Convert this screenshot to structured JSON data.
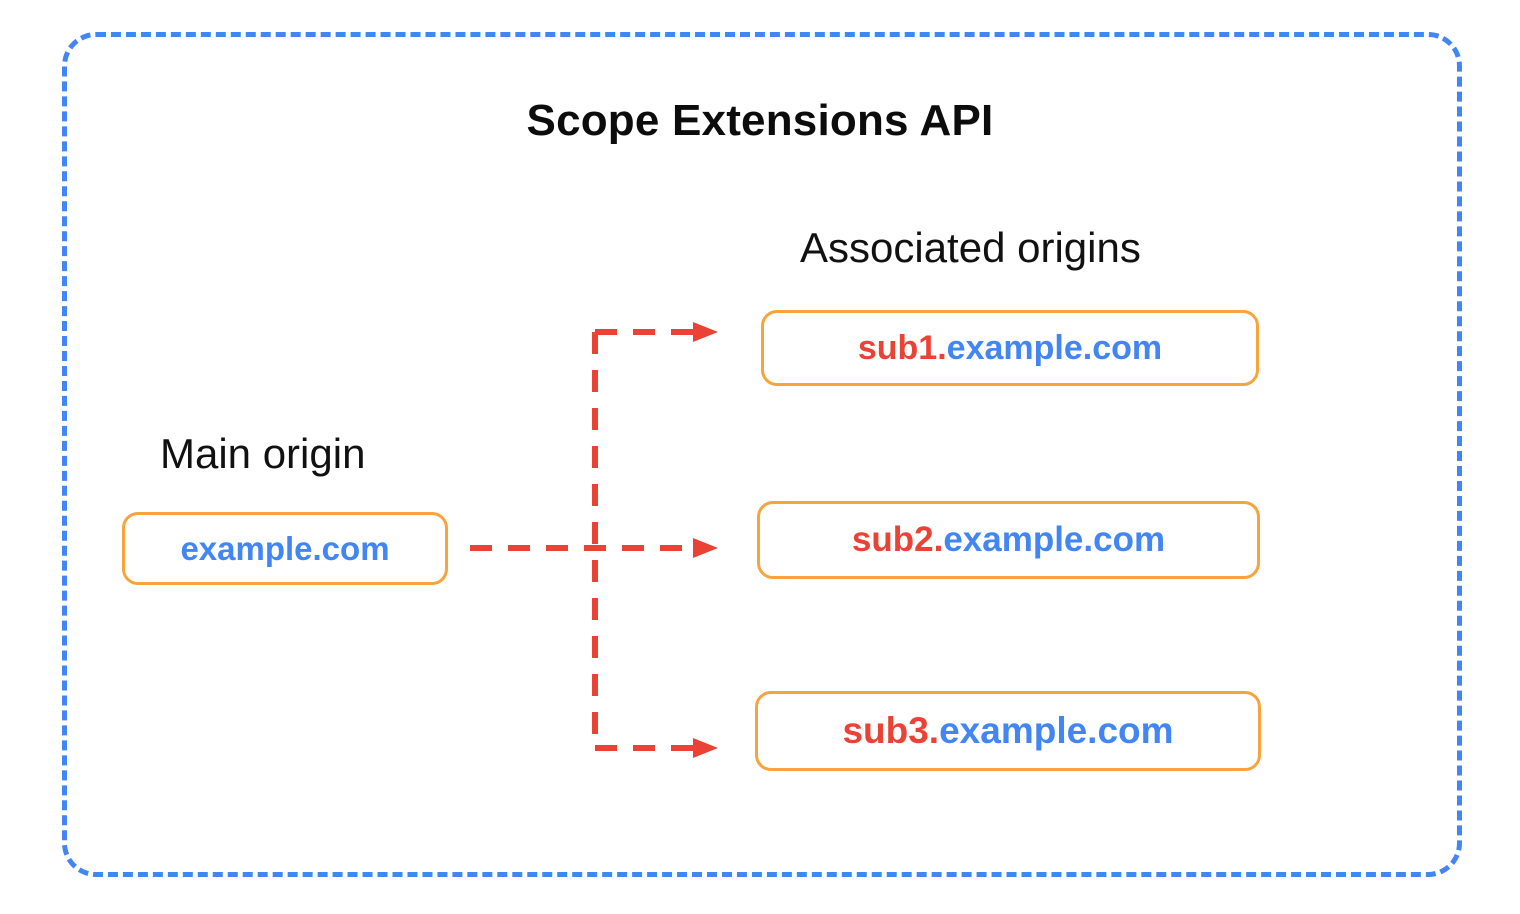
{
  "diagram": {
    "title": "Scope Extensions API",
    "container_border_color": "#4285F4",
    "chip_border_color": "#F8A33C",
    "connector_color": "#EA4335",
    "subdomain_color": "#EA4335",
    "domain_color": "#4285F4"
  },
  "main_origin": {
    "label": "Main origin",
    "chip": {
      "sub": "",
      "domain": "example.com"
    }
  },
  "associated_origins": {
    "label": "Associated origins",
    "chips": [
      {
        "sub": "sub1.",
        "domain": "example.com"
      },
      {
        "sub": "sub2.",
        "domain": "example.com"
      },
      {
        "sub": "sub3.",
        "domain": "example.com"
      }
    ]
  },
  "connectors": {
    "count": 3,
    "style": "dashed-arrow",
    "description": "Main origin branches to three associated origins"
  }
}
